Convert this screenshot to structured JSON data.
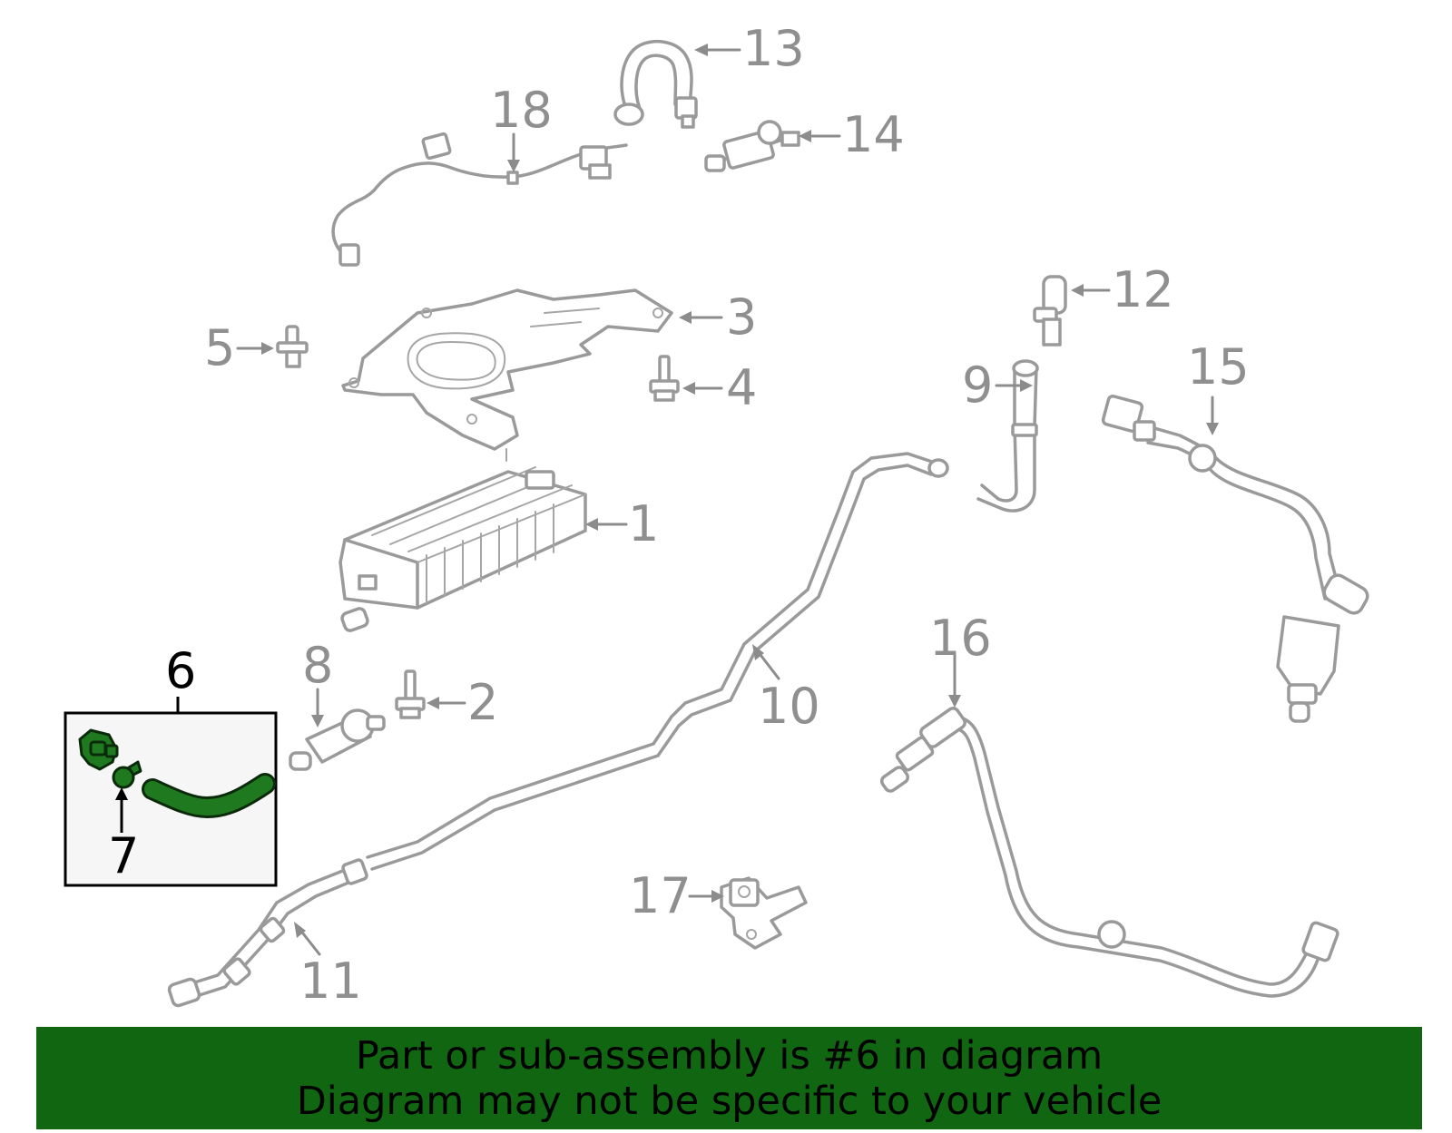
{
  "callouts": {
    "c1": "1",
    "c2": "2",
    "c3": "3",
    "c4": "4",
    "c5": "5",
    "c6": "6",
    "c7": "7",
    "c8": "8",
    "c9": "9",
    "c10": "10",
    "c11": "11",
    "c12": "12",
    "c13": "13",
    "c14": "14",
    "c15": "15",
    "c16": "16",
    "c17": "17",
    "c18": "18"
  },
  "highlighted_part": "6",
  "colors": {
    "highlight": "#1f7a1f",
    "banner": "#116611",
    "outline": "#9a9a9a"
  },
  "banner": {
    "line1": "Part or sub-assembly is #6 in diagram",
    "line2": "Diagram may not be specific to your vehicle"
  }
}
